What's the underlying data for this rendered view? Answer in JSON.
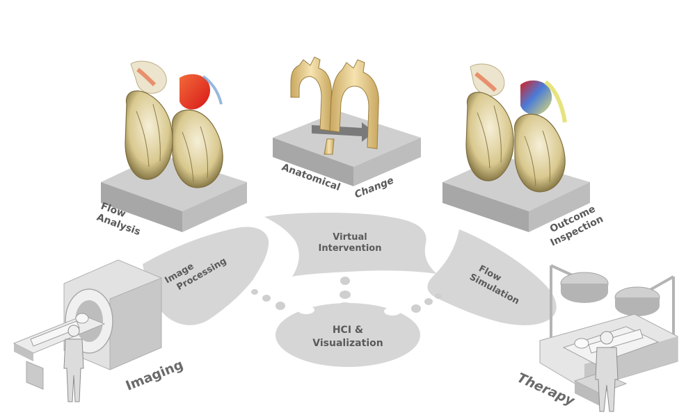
{
  "labels": {
    "flow_analysis": [
      "Flow",
      "Analysis"
    ],
    "anatomical": "Anatomical",
    "change": "Change",
    "outcome_inspection": [
      "Outcome",
      "Inspection"
    ],
    "image_processing": [
      "Image",
      "Processing"
    ],
    "virtual_intervention": [
      "Virtual",
      "Intervention"
    ],
    "flow_simulation": [
      "Flow",
      "Simulation"
    ],
    "hci_visualization": [
      "HCI &",
      "Visualization"
    ],
    "imaging": "Imaging",
    "therapy": "Therapy"
  },
  "colors": {
    "platform_top": "#cfcfcf",
    "platform_front": "#9e9e9e",
    "platform_side": "#b9b9b9",
    "bubble": "#d6d6d6",
    "aorta": "#f0d9a0",
    "flow_red": "#e0221f",
    "flow_yellow": "#e8e070",
    "label_gray": "#5a5a5a"
  },
  "icons": {
    "imaging": "ct-scanner-icon",
    "therapy": "operating-room-icon",
    "heart": "heart-model-icon",
    "aorta": "aorta-model-icon"
  }
}
